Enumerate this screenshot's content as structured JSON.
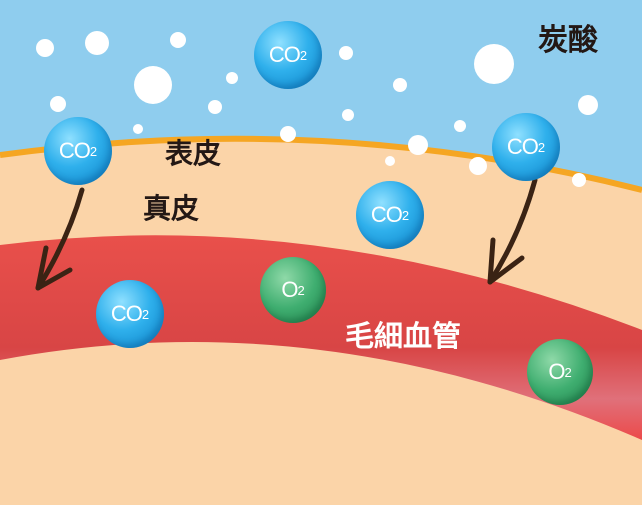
{
  "labels": {
    "carbonic_acid": "炭酸",
    "epidermis": "表皮",
    "dermis": "真皮",
    "capillary": "毛細血管"
  },
  "molecules": {
    "co2_base": "CO",
    "co2_sub": "2",
    "o2_base": "O",
    "o2_sub": "2"
  },
  "colors": {
    "water": "#8fcdee",
    "skin": "#fbd4a8",
    "epidermis_line": "#f5a623",
    "vessel": "#e43a3a",
    "co2": "#2fb0ec",
    "o2": "#3fae70",
    "arrow": "#3a2314"
  }
}
